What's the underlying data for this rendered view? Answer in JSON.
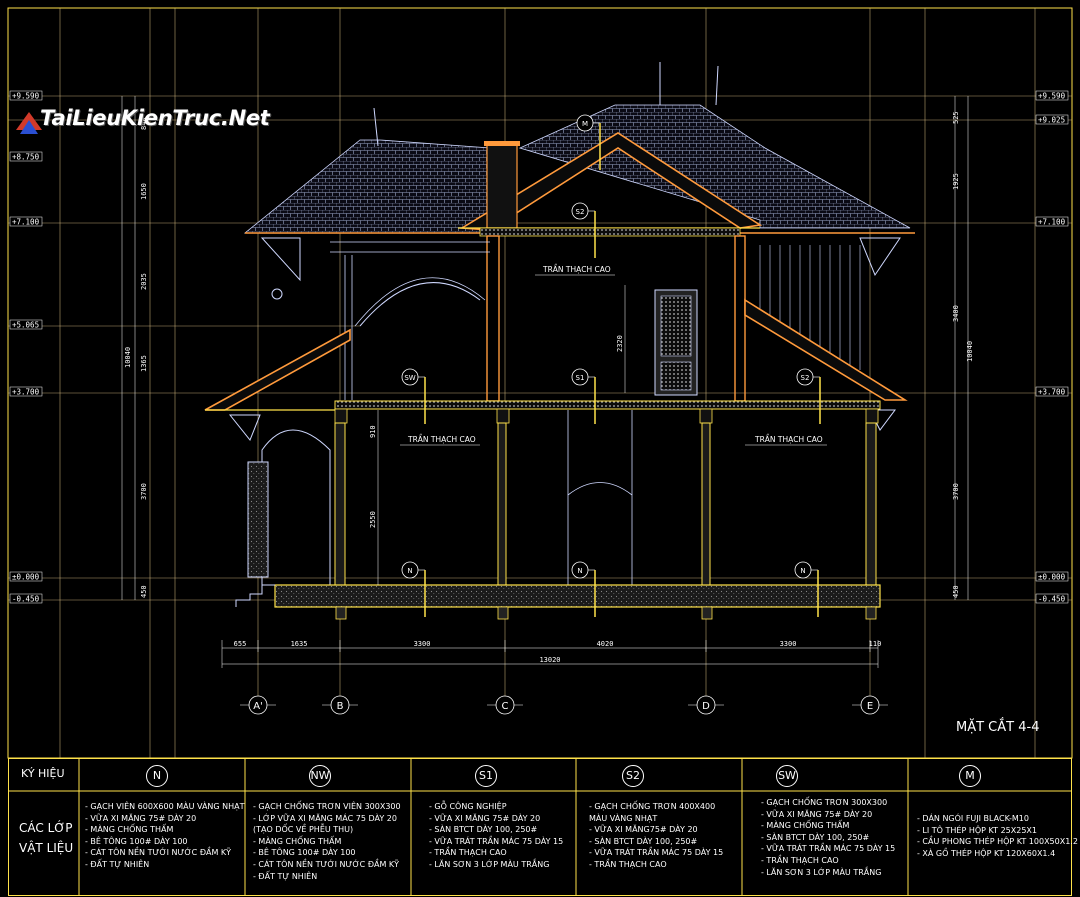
{
  "watermark": "TaiLieuKienTruc.Net",
  "sheet_title": "MẶT CẮT 4-4",
  "levels_left": [
    "+9.590",
    "+8.750",
    "+7.100",
    "+5.065",
    "+3.700",
    "±0.000",
    "-0.450"
  ],
  "levels_right": [
    "+9.590",
    "+9.025",
    "+7.100",
    "+3.700",
    "±0.000",
    "-0.450"
  ],
  "vertical_dims_left": [
    "840",
    "1650",
    "2035",
    "1365",
    "3700",
    "450",
    "10040"
  ],
  "vertical_dims_right": [
    "525",
    "1925",
    "3400",
    "3700",
    "450",
    "10040"
  ],
  "inner_dims": [
    "2320",
    "910",
    "2550"
  ],
  "horizontal_dims": [
    "655",
    "1635",
    "3300",
    "4020",
    "3300",
    "110",
    "13020"
  ],
  "grid_axes": [
    "A'",
    "B",
    "C",
    "D",
    "E"
  ],
  "ceiling_labels": [
    "TRẦN THẠCH CAO",
    "TRẦN THẠCH CAO",
    "TRẦN THẠCH CAO"
  ],
  "tags": {
    "M": "M",
    "S2": "S2",
    "SW": "SW",
    "S1": "S1",
    "N": "N"
  },
  "legend": {
    "row1_label": "KÝ HIỆU",
    "row2_label_1": "CÁC LỚP",
    "row2_label_2": "VẬT LIỆU",
    "columns": [
      {
        "symbol": "N",
        "lines": [
          "- GẠCH VIÊN 600X600 MÀU VÀNG NHẠT",
          "- VỮA XI MĂNG 75# DÀY 20",
          "- MÀNG CHỐNG THẤM",
          "- BÊ TÔNG 100# DÀY 100",
          "- CÁT TÔN NỀN TƯỚI NƯỚC ĐẦM KỸ",
          "- ĐẤT TỰ NHIÊN"
        ]
      },
      {
        "symbol": "NW",
        "lines": [
          "- GẠCH CHỐNG TRƠN VIÊN 300X300",
          "- LỚP VỮA XI MĂNG MÁC 75 DÀY 20",
          "(TẠO DỐC VỀ PHỄU THU)",
          "- MÀNG CHỐNG THẤM",
          "- BÊ TÔNG 100# DÀY 100",
          "- CÁT TÔN NỀN TƯỚI NƯỚC ĐẦM KỸ",
          "- ĐẤT TỰ NHIÊN"
        ]
      },
      {
        "symbol": "S1",
        "lines": [
          "- GỖ CÔNG NGHIỆP",
          "- VỮA XI MĂNG 75# DÀY 20",
          "- SÀN BTCT DÀY 100, 250#",
          "- VỮA TRÁT TRẦN MÁC 75 DÀY 15",
          "- TRẦN THẠCH CAO",
          "- LĂN SƠN 3 LỚP MÀU TRẮNG"
        ]
      },
      {
        "symbol": "S2",
        "lines": [
          "- GẠCH CHỐNG TRƠN 400X400",
          "MÀU VÀNG NHẠT",
          "- VỮA XI MĂNG75# DÀY 20",
          "- SÀN BTCT DÀY 100, 250#",
          "- VỮA TRÁT TRẦN MÁC 75 DÀY 15",
          "- TRẦN THẠCH CAO"
        ]
      },
      {
        "symbol": "SW",
        "lines": [
          "- GẠCH CHỐNG TRƠN 300X300",
          "- VỮA XI MĂNG 75# DÀY 20",
          "- MÀNG CHỐNG THẤM",
          "- SÀN BTCT DÀY 100, 250#",
          "- VỮA TRÁT TRẦN MÁC 75 DÀY 15",
          "- TRẦN THẠCH CAO",
          "- LĂN SƠN 3 LỚP MÀU TRẮNG"
        ]
      },
      {
        "symbol": "M",
        "lines": [
          "- DÁN NGÓI FUJI BLACK-M10",
          "- LI TÔ THÉP HỘP KT 25X25X1",
          "- CẦU PHONG THÉP HỘP KT 100X50X1.2",
          "- XÀ GỒ THÉP HỘP KT 120X60X1.4"
        ]
      }
    ]
  }
}
